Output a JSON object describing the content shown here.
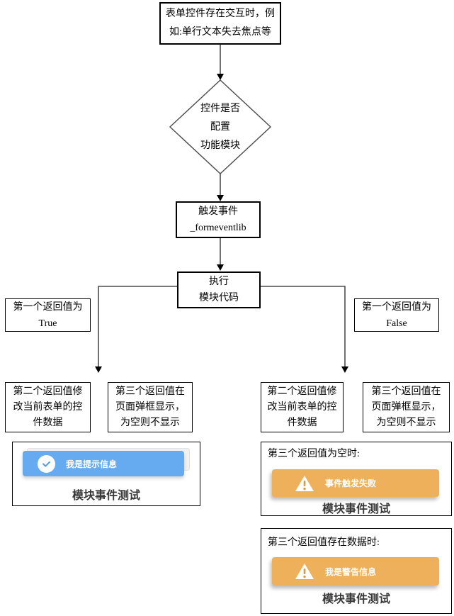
{
  "flow": {
    "start": {
      "lines": [
        "表单控件存在交互时，例",
        "如:单行文本失去焦点等"
      ]
    },
    "decision": {
      "lines": [
        "控件是否",
        "配置",
        "功能模块"
      ]
    },
    "trigger": {
      "lines": [
        "触发事件",
        "_formeventlib"
      ]
    },
    "execute": {
      "lines": [
        "执行",
        "模块代码"
      ]
    },
    "branch_true": {
      "lines": [
        "第一个返回值为",
        "True"
      ]
    },
    "branch_false": {
      "lines": [
        "第一个返回值为",
        "False"
      ]
    },
    "second_return": {
      "lines": [
        "第二个返回值修",
        "改当前表单的控",
        "件数据"
      ]
    },
    "third_return": {
      "lines": [
        "第三个返回值在",
        "页面弹框显示，",
        "为空则不显示"
      ]
    }
  },
  "panels": {
    "success": {
      "toast_text": "我是提示信息",
      "title": "模块事件测试",
      "icon": "check-circle-icon"
    },
    "empty": {
      "label": "第三个返回值为空时:",
      "toast_text": "事件触发失败",
      "title": "模块事件测试",
      "icon": "warning-triangle-icon"
    },
    "data_present": {
      "label": "第三个返回值存在数据时:",
      "toast_text": "我是警告信息",
      "title": "模块事件测试",
      "icon": "warning-triangle-icon"
    }
  },
  "colors": {
    "toast_info": "#66aaef",
    "toast_warning": "#eeb05a",
    "connector_line": "#4d4d4d",
    "node_border": "#000000",
    "title_text": "#383838"
  }
}
